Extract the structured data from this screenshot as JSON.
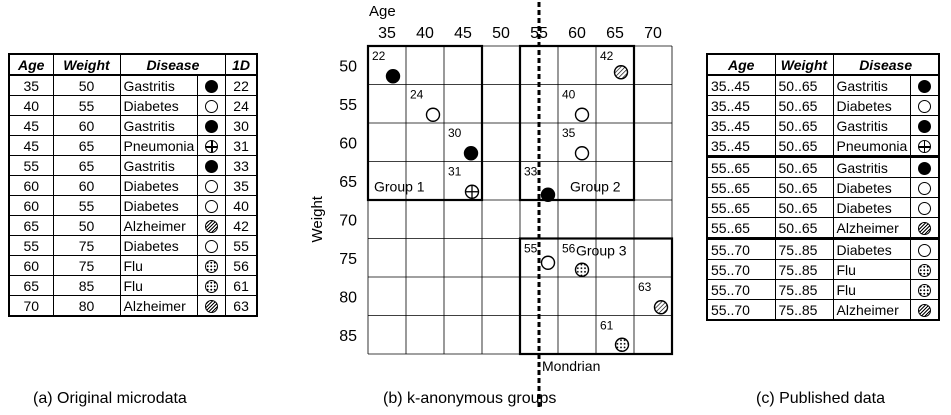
{
  "table_a": {
    "headers": [
      "Age",
      "Weight",
      "Disease",
      "1D"
    ],
    "rows": [
      {
        "age": "35",
        "weight": "50",
        "disease": "Gastritis",
        "symbol": "black",
        "id": "22"
      },
      {
        "age": "40",
        "weight": "55",
        "disease": "Diabetes",
        "symbol": "white",
        "id": "24"
      },
      {
        "age": "45",
        "weight": "60",
        "disease": "Gastritis",
        "symbol": "black",
        "id": "30"
      },
      {
        "age": "45",
        "weight": "65",
        "disease": "Pneumonia",
        "symbol": "cross",
        "id": "31"
      },
      {
        "age": "55",
        "weight": "65",
        "disease": "Gastritis",
        "symbol": "black",
        "id": "33"
      },
      {
        "age": "60",
        "weight": "60",
        "disease": "Diabetes",
        "symbol": "white",
        "id": "35"
      },
      {
        "age": "60",
        "weight": "55",
        "disease": "Diabetes",
        "symbol": "white",
        "id": "40"
      },
      {
        "age": "65",
        "weight": "50",
        "disease": "Alzheimer",
        "symbol": "hatch",
        "id": "42"
      },
      {
        "age": "55",
        "weight": "75",
        "disease": "Diabetes",
        "symbol": "white",
        "id": "55"
      },
      {
        "age": "60",
        "weight": "75",
        "disease": "Flu",
        "symbol": "dots",
        "id": "56"
      },
      {
        "age": "65",
        "weight": "85",
        "disease": "Flu",
        "symbol": "dots",
        "id": "61"
      },
      {
        "age": "70",
        "weight": "80",
        "disease": "Alzheimer",
        "symbol": "hatch",
        "id": "63"
      }
    ],
    "caption": "(a) Original microdata"
  },
  "chart_data": {
    "type": "scatter",
    "xlabel": "Age",
    "ylabel": "Weight",
    "x_ticks": [
      "35",
      "40",
      "45",
      "50",
      "55",
      "60",
      "65",
      "70"
    ],
    "y_ticks": [
      "50",
      "55",
      "60",
      "65",
      "70",
      "75",
      "80",
      "85"
    ],
    "points": [
      {
        "id": "22",
        "age": 35,
        "weight": 50,
        "symbol": "black"
      },
      {
        "id": "24",
        "age": 40,
        "weight": 55,
        "symbol": "white"
      },
      {
        "id": "30",
        "age": 45,
        "weight": 60,
        "symbol": "black"
      },
      {
        "id": "31",
        "age": 45,
        "weight": 65,
        "symbol": "cross"
      },
      {
        "id": "33",
        "age": 55,
        "weight": 65,
        "symbol": "black"
      },
      {
        "id": "35",
        "age": 60,
        "weight": 60,
        "symbol": "white"
      },
      {
        "id": "40",
        "age": 60,
        "weight": 55,
        "symbol": "white"
      },
      {
        "id": "42",
        "age": 65,
        "weight": 50,
        "symbol": "hatch"
      },
      {
        "id": "55",
        "age": 55,
        "weight": 75,
        "symbol": "white"
      },
      {
        "id": "56",
        "age": 60,
        "weight": 75,
        "symbol": "dots"
      },
      {
        "id": "61",
        "age": 65,
        "weight": 85,
        "symbol": "dots"
      },
      {
        "id": "63",
        "age": 70,
        "weight": 80,
        "symbol": "hatch"
      }
    ],
    "groups": [
      {
        "label": "Group 1",
        "age_range": [
          35,
          45
        ],
        "weight_range": [
          50,
          65
        ]
      },
      {
        "label": "Group 2",
        "age_range": [
          55,
          65
        ],
        "weight_range": [
          50,
          65
        ]
      },
      {
        "label": "Group 3",
        "age_range": [
          55,
          70
        ],
        "weight_range": [
          75,
          85
        ]
      }
    ],
    "split_label": "Mondrian",
    "split_age": 57.5,
    "caption": "(b) k-anonymous groups"
  },
  "table_c": {
    "headers": [
      "Age",
      "Weight",
      "Disease"
    ],
    "rows": [
      {
        "age": "35..45",
        "weight": "50..65",
        "disease": "Gastritis",
        "symbol": "black"
      },
      {
        "age": "35..45",
        "weight": "50..65",
        "disease": "Diabetes",
        "symbol": "white"
      },
      {
        "age": "35..45",
        "weight": "50..65",
        "disease": "Gastritis",
        "symbol": "black"
      },
      {
        "age": "35..45",
        "weight": "50..65",
        "disease": "Pneumonia",
        "symbol": "cross"
      },
      {
        "age": "55..65",
        "weight": "50..65",
        "disease": "Gastritis",
        "symbol": "black"
      },
      {
        "age": "55..65",
        "weight": "50..65",
        "disease": "Diabetes",
        "symbol": "white"
      },
      {
        "age": "55..65",
        "weight": "50..65",
        "disease": "Diabetes",
        "symbol": "white"
      },
      {
        "age": "55..65",
        "weight": "50..65",
        "disease": "Alzheimer",
        "symbol": "hatch"
      },
      {
        "age": "55..70",
        "weight": "75..85",
        "disease": "Diabetes",
        "symbol": "white"
      },
      {
        "age": "55..70",
        "weight": "75..85",
        "disease": "Flu",
        "symbol": "dots"
      },
      {
        "age": "55..70",
        "weight": "75..85",
        "disease": "Flu",
        "symbol": "dots"
      },
      {
        "age": "55..70",
        "weight": "75..85",
        "disease": "Alzheimer",
        "symbol": "hatch"
      }
    ],
    "caption": "(c) Published data"
  }
}
